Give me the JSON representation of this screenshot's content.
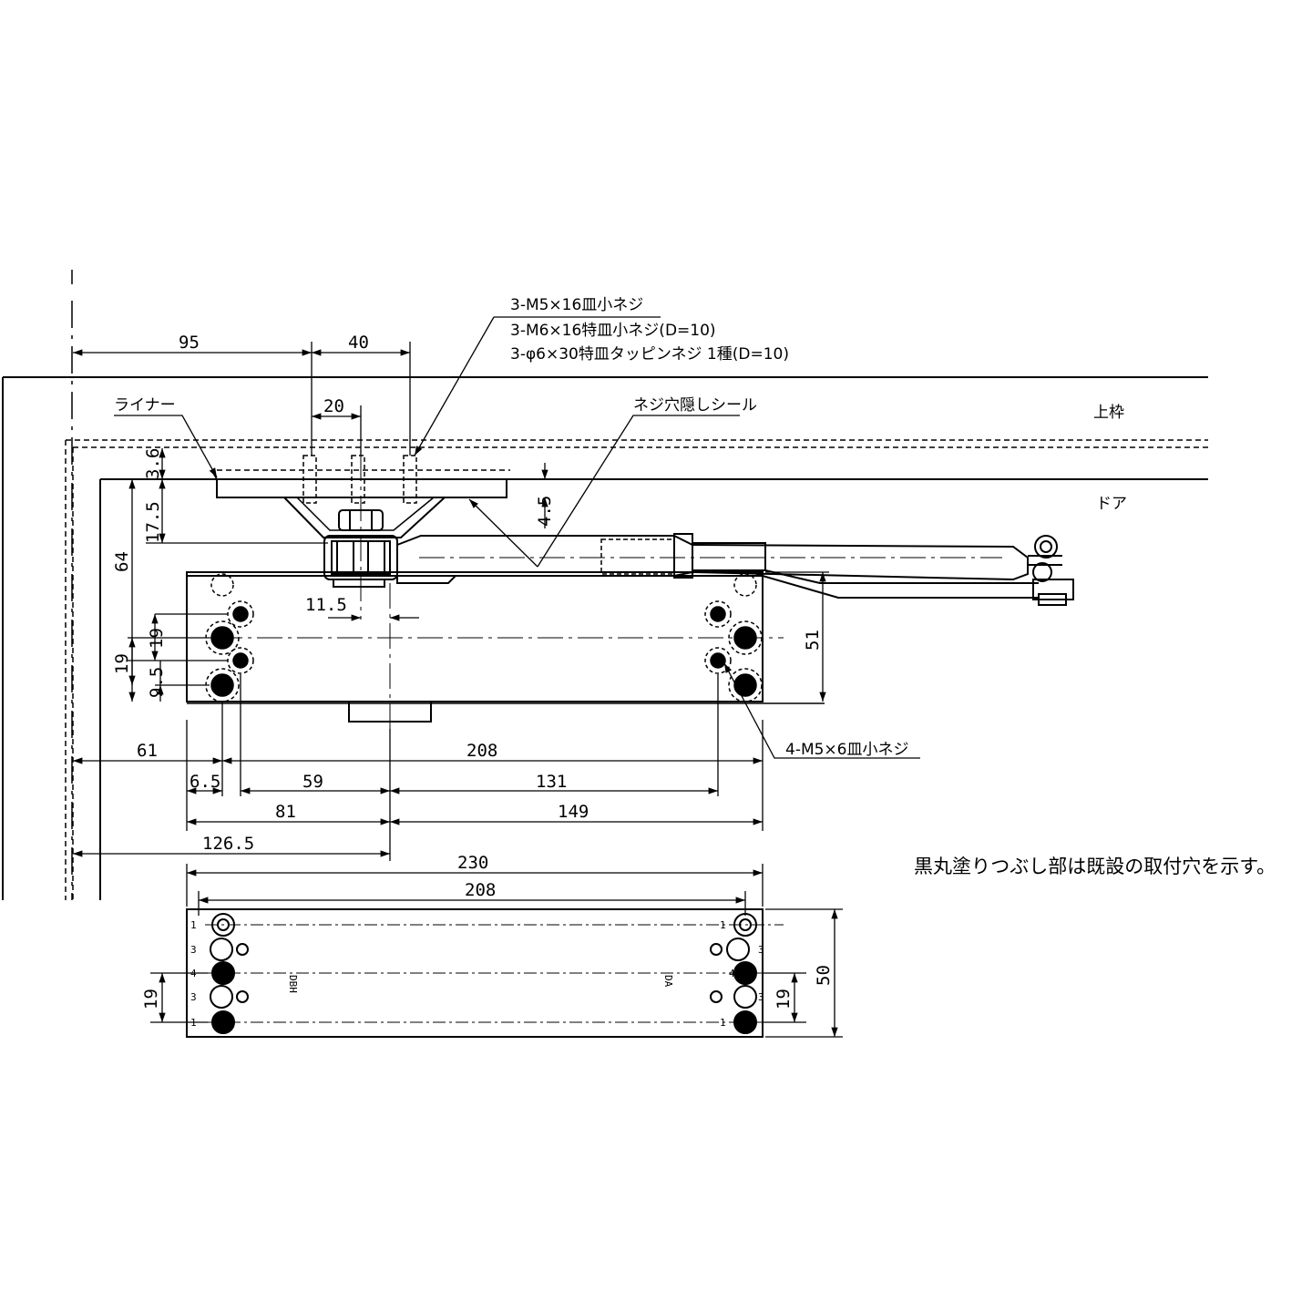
{
  "labels": {
    "screw_top_1": "3-M5×16皿小ネジ",
    "screw_top_2": "3-M6×16特皿小ネジ(D=10)",
    "screw_top_3": "3-φ6×30特皿タッピンネジ 1種(D=10)",
    "liner": "ライナー",
    "seal": "ネジ穴隠しシール",
    "frame": "上枠",
    "door": "ドア",
    "screw_body": "4-M5×6皿小ネジ",
    "note": "黒丸塗りつぶし部は既設の取付穴を示す。"
  },
  "dims": {
    "d95": "95",
    "d40": "40",
    "d20": "20",
    "d3_6": "3.6",
    "d17_5": "17.5",
    "d4_5": "4.5",
    "d64": "64",
    "d11_5": "11.5",
    "d19a": "19",
    "d19b": "19",
    "d9_5": "9.5",
    "d51": "51",
    "d61": "61",
    "d208a": "208",
    "d6_5": "6.5",
    "d59": "59",
    "d131": "131",
    "d81": "81",
    "d149": "149",
    "d126_5": "126.5",
    "d230": "230",
    "d208b": "208",
    "d19c": "19",
    "d19d": "19",
    "d50": "50"
  },
  "plate": {
    "left_numbers": [
      "1",
      "3",
      "4",
      "3",
      "1"
    ],
    "right_numbers": [
      "1",
      "3",
      "4",
      "3",
      "1"
    ],
    "left_mark": "DBH",
    "right_mark": "DA"
  }
}
